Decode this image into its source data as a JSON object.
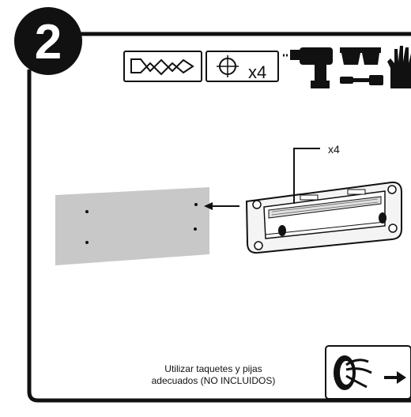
{
  "step": {
    "number": "2"
  },
  "tools": {
    "quantity": "x4"
  },
  "callout": {
    "quantity": "x4"
  },
  "note": {
    "line1": "Utilizar taquetes y pijas",
    "line2": "adecuados (NO INCLUIDOS)"
  },
  "icons": [
    "step-number-badge",
    "drill-bit-icon",
    "crosshair-icon",
    "power-drill-icon",
    "safety-glasses-icon",
    "screwdriver-icon",
    "work-glove-icon",
    "cable-passthrough-icon",
    "arrow-right-icon"
  ],
  "colors": {
    "wall_panel": "#c8c8c8",
    "ink": "#111111"
  }
}
